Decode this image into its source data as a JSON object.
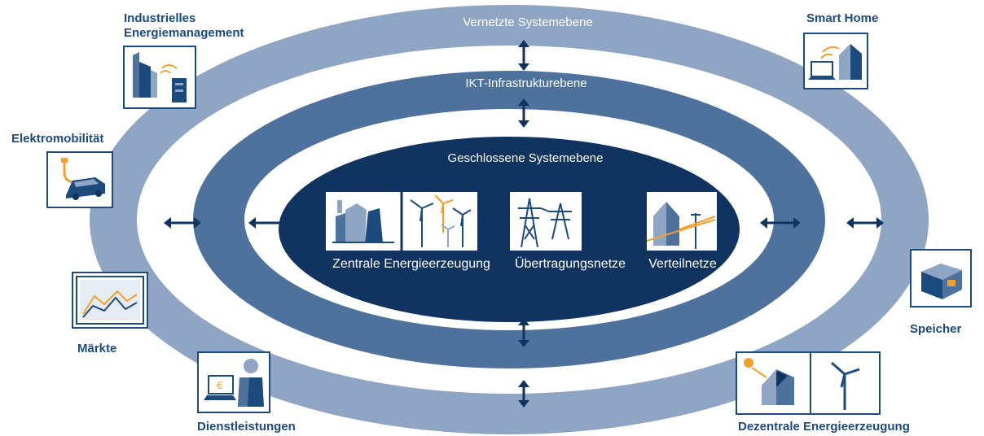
{
  "colors": {
    "outer_ring": "#8fa5c3",
    "middle_ring": "#4e729c",
    "inner_core": "#10335f",
    "label_blue": "#1d4a7c",
    "accent_orange": "#f0a030"
  },
  "rings": {
    "outer": "Vernetzte Systemebene",
    "middle": "IKT-Infrastrukturebene",
    "inner": "Geschlossene Systemebene"
  },
  "core": {
    "items": [
      {
        "label": "Zentrale Energieerzeugung",
        "icon": "power-plant-wind-icon"
      },
      {
        "label": "Übertragungsnetze",
        "icon": "transmission-tower-icon"
      },
      {
        "label": "Verteilnetze",
        "icon": "distribution-grid-icon"
      }
    ]
  },
  "outer_items": {
    "industrial": {
      "label": "Industrielles Energiemanagement",
      "line1": "Industrielles",
      "line2": "Energiemanagement",
      "icon": "factory-server-icon"
    },
    "smart_home": {
      "label": "Smart Home",
      "icon": "laptop-house-icon"
    },
    "emobility": {
      "label": "Elektromobilität",
      "icon": "electric-car-icon"
    },
    "markets": {
      "label": "Märkte",
      "icon": "market-chart-icon"
    },
    "services": {
      "label": "Dienstleistungen",
      "icon": "laptop-person-icon"
    },
    "storage": {
      "label": "Speicher",
      "icon": "battery-storage-icon"
    },
    "decentral": {
      "label": "Dezentrale Energieerzeugung",
      "icon": "solar-wind-icon"
    }
  }
}
